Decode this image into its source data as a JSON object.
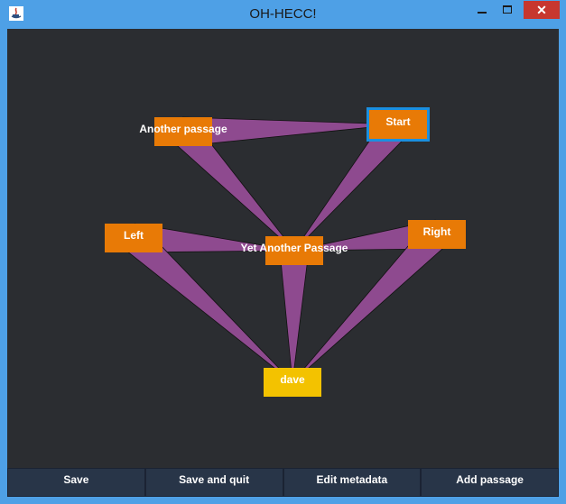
{
  "window": {
    "title": "OH-HECC!",
    "close_glyph": "✕"
  },
  "graph": {
    "passages": [
      {
        "id": "another_passage",
        "label": "Another passage"
      },
      {
        "id": "start",
        "label": "Start",
        "selected": true
      },
      {
        "id": "left",
        "label": "Left"
      },
      {
        "id": "yet_another",
        "label": "Yet Another Passage"
      },
      {
        "id": "right",
        "label": "Right"
      },
      {
        "id": "dave",
        "label": "dave",
        "highlight": true
      }
    ],
    "links": [
      [
        "another_passage",
        "start"
      ],
      [
        "another_passage",
        "yet_another"
      ],
      [
        "start",
        "yet_another"
      ],
      [
        "left",
        "yet_another"
      ],
      [
        "right",
        "yet_another"
      ],
      [
        "left",
        "dave"
      ],
      [
        "yet_another",
        "dave"
      ],
      [
        "right",
        "dave"
      ]
    ],
    "colors": {
      "canvas": "#2b2d31",
      "passage": "#e87a06",
      "passage_highlight": "#f3c200",
      "selection": "#1a8fe0",
      "link": "#8e4a8f"
    }
  },
  "buttons": {
    "save": "Save",
    "save_and_quit": "Save and quit",
    "edit_metadata": "Edit metadata",
    "add_passage": "Add passage"
  }
}
